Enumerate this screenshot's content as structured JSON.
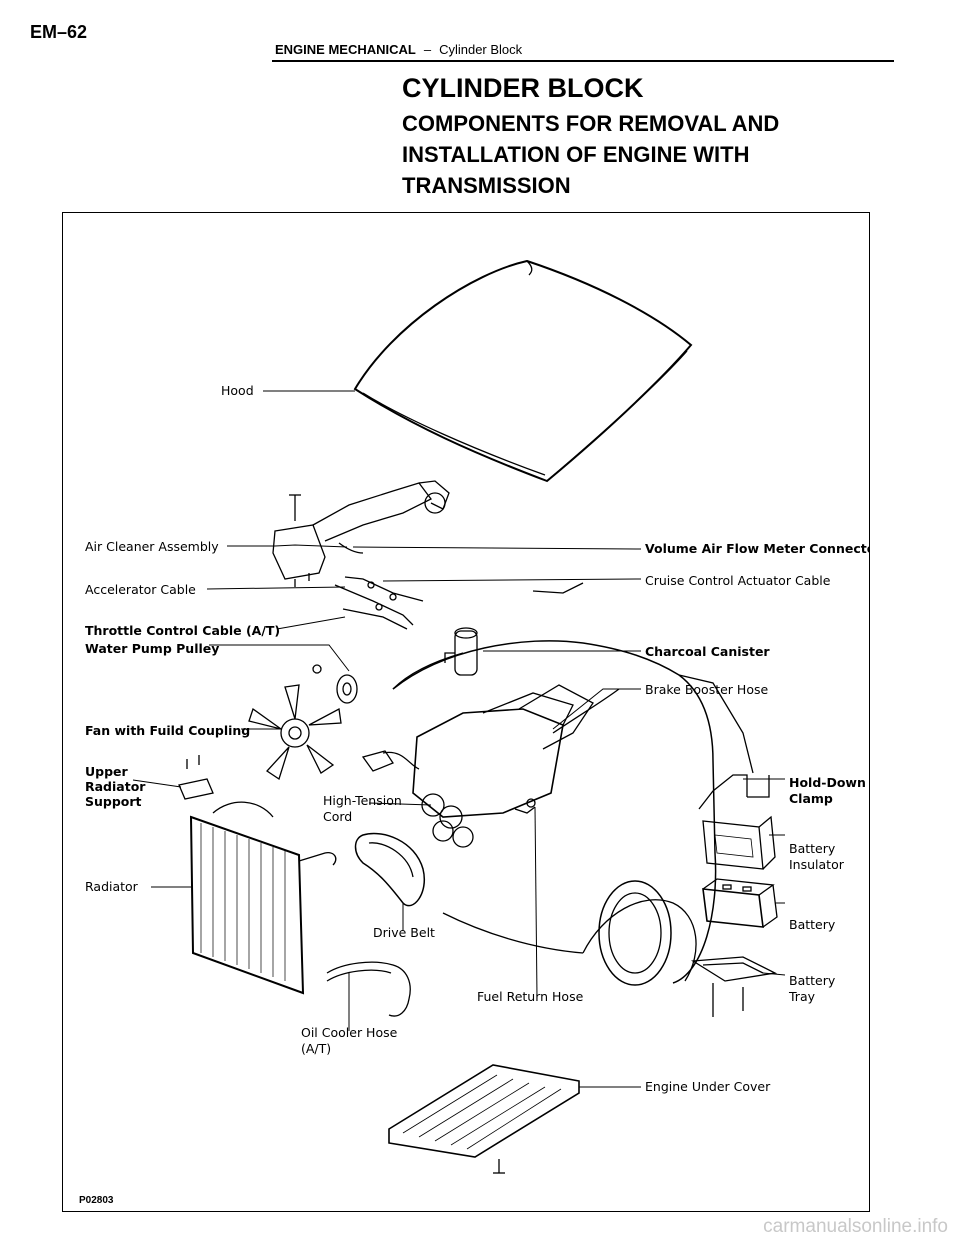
{
  "header": {
    "page_number": "EM–62",
    "section": "ENGINE MECHANICAL",
    "separator": "–",
    "subsection": "Cylinder Block"
  },
  "document": {
    "title": "CYLINDER BLOCK",
    "subtitle": "COMPONENTS FOR REMOVAL AND INSTALLATION OF ENGINE WITH TRANSMISSION"
  },
  "figure": {
    "code": "P02803",
    "labels": {
      "hood": "Hood",
      "air_cleaner": "Air Cleaner Assembly",
      "volume_air_flow": "Volume Air Flow Meter Connector",
      "accelerator_cable": "Accelerator Cable",
      "cruise_control": "Cruise Control Actuator Cable",
      "throttle_cable": "Throttle Control Cable (A/T)",
      "water_pump_pulley": "Water Pump Pulley",
      "charcoal_canister": "Charcoal Canister",
      "brake_booster": "Brake Booster Hose",
      "fan_coupling": "Fan with Fuild Coupling",
      "upper_radiator_1": "Upper",
      "upper_radiator_2": "Radiator",
      "upper_radiator_3": "Support",
      "hold_down_1": "Hold-Down",
      "hold_down_2": "Clamp",
      "high_tension_1": "High-Tension",
      "high_tension_2": "Cord",
      "battery_insulator_1": "Battery",
      "battery_insulator_2": "Insulator",
      "radiator": "Radiator",
      "battery": "Battery",
      "drive_belt": "Drive Belt",
      "battery_tray_1": "Battery",
      "battery_tray_2": "Tray",
      "fuel_return": "Fuel Return Hose",
      "oil_cooler_1": "Oil Cooler Hose",
      "oil_cooler_2": "(A/T)",
      "engine_under_cover": "Engine Under Cover"
    }
  },
  "watermark": "carmanualsonline.info"
}
